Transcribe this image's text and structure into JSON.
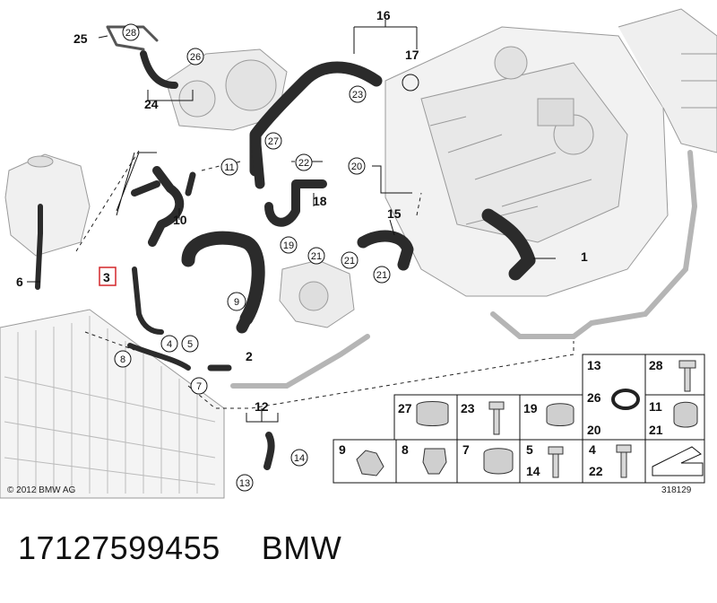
{
  "callouts": {
    "c1": "1",
    "c2": "2",
    "c3": "3",
    "c6": "6",
    "c10": "10",
    "c12": "12",
    "c15": "15",
    "c16": "16",
    "c17": "17",
    "c18": "18",
    "c24": "24",
    "c25": "25"
  },
  "circled": {
    "n4": "4",
    "n5": "5",
    "n7": "7",
    "n8": "8",
    "n9": "9",
    "n11": "11",
    "n13": "13",
    "n14": "14",
    "n19": "19",
    "n20": "20",
    "n21a": "21",
    "n21b": "21",
    "n21c": "21",
    "n22": "22",
    "n23": "23",
    "n26": "26",
    "n27": "27",
    "n28": "28"
  },
  "parts_grid": {
    "r1c6a": "13",
    "r1c6b": "26",
    "r1c6c": "20",
    "r1c7": "28",
    "r1c7b": "11",
    "r1c7c": "21",
    "r2c2": "27",
    "r2c3": "23",
    "r2c4": "19",
    "r3c1": "9",
    "r3c2": "8",
    "r3c3": "7",
    "r3c4a": "5",
    "r3c4b": "14",
    "r3c5a": "4",
    "r3c5b": "22"
  },
  "copyright": "© 2012 BMW AG",
  "diagram_id": "318129",
  "footer": {
    "part_number": "17127599455",
    "brand": "BMW"
  }
}
